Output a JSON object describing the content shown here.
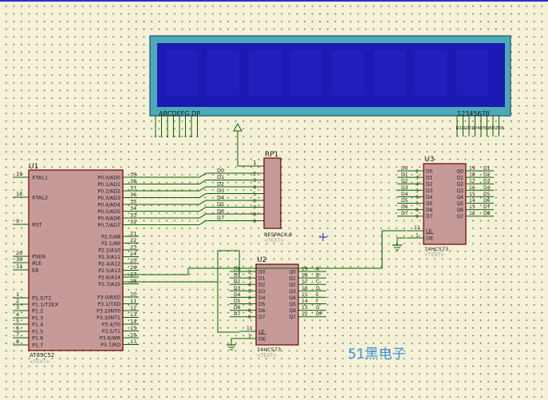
{
  "lcd": {
    "left_label": "ABCDEFG DP",
    "right_label": "12345678",
    "bottom_pins_left": [
      "A",
      "B",
      "C",
      "D",
      "E",
      "F",
      "G",
      "DP"
    ],
    "bottom_pins_right": [
      "D1",
      "D2",
      "D3",
      "D4",
      "D5",
      "D6",
      "D7",
      "D8"
    ],
    "panel_color": "#1d1ab4",
    "frame_color": "#4caab8"
  },
  "rp1": {
    "ref": "RP1",
    "type": "RESPACK-8",
    "sub": "<TEXT>",
    "pin1": "1",
    "pins": [
      "2",
      "3",
      "4",
      "5",
      "6",
      "7",
      "8",
      "9"
    ]
  },
  "u1": {
    "ref": "U1",
    "part": "AT89C52",
    "sub": "<TEXT>",
    "left_pins": [
      {
        "num": "19",
        "name": "XTAL1"
      },
      {
        "num": "18",
        "name": "XTAL2"
      },
      {
        "num": "9",
        "name": "RST"
      },
      {
        "num": "29",
        "name": "PSEN"
      },
      {
        "num": "30",
        "name": "ALE"
      },
      {
        "num": "31",
        "name": "EA"
      },
      {
        "num": "1",
        "name": "P1.0/T2"
      },
      {
        "num": "2",
        "name": "P1.1/T2EX"
      },
      {
        "num": "3",
        "name": "P1.2"
      },
      {
        "num": "4",
        "name": "P1.3"
      },
      {
        "num": "5",
        "name": "P1.4"
      },
      {
        "num": "6",
        "name": "P1.5"
      },
      {
        "num": "7",
        "name": "P1.6"
      },
      {
        "num": "8",
        "name": "P1.7"
      }
    ],
    "p0_pins": [
      {
        "num": "39",
        "name": "P0.0/AD0"
      },
      {
        "num": "38",
        "name": "P0.1/AD1"
      },
      {
        "num": "37",
        "name": "P0.2/AD2"
      },
      {
        "num": "36",
        "name": "P0.3/AD3"
      },
      {
        "num": "35",
        "name": "P0.4/AD4"
      },
      {
        "num": "34",
        "name": "P0.5/AD5"
      },
      {
        "num": "33",
        "name": "P0.6/AD6"
      },
      {
        "num": "32",
        "name": "P0.7/AD7"
      }
    ],
    "p2_pins": [
      {
        "num": "21",
        "name": "P2.0/A8"
      },
      {
        "num": "22",
        "name": "P2.1/A9"
      },
      {
        "num": "23",
        "name": "P2.2/A10"
      },
      {
        "num": "24",
        "name": "P2.3/A11"
      },
      {
        "num": "25",
        "name": "P2.4/A12"
      },
      {
        "num": "26",
        "name": "P2.5/A13"
      },
      {
        "num": "27",
        "name": "P2.6/A14"
      },
      {
        "num": "28",
        "name": "P2.7/A15"
      }
    ],
    "p3_pins": [
      {
        "num": "10",
        "name": "P3.0/RXD"
      },
      {
        "num": "11",
        "name": "P3.1/TXD"
      },
      {
        "num": "12",
        "name": "P3.2/INT0"
      },
      {
        "num": "13",
        "name": "P3.3/INT1"
      },
      {
        "num": "14",
        "name": "P3.4/T0"
      },
      {
        "num": "15",
        "name": "P3.5/T1"
      },
      {
        "num": "16",
        "name": "P3.6/WR"
      },
      {
        "num": "17",
        "name": "P3.7/RD"
      }
    ]
  },
  "bus_labels": [
    "D0",
    "D1",
    "D2",
    "D3",
    "D4",
    "D5",
    "D6",
    "D7"
  ],
  "u2": {
    "ref": "U2",
    "part": "74HC573",
    "sub": "<TEXT>",
    "in_nums": [
      "2",
      "3",
      "4",
      "5",
      "6",
      "7",
      "8",
      "9"
    ],
    "in_names": [
      "D0",
      "D1",
      "D2",
      "D3",
      "D4",
      "D5",
      "D6",
      "D7"
    ],
    "out_names": [
      "Q0",
      "Q1",
      "Q2",
      "Q3",
      "Q4",
      "Q5",
      "Q6",
      "Q7"
    ],
    "out_nums": [
      "19",
      "18",
      "17",
      "16",
      "15",
      "14",
      "13",
      "12"
    ],
    "out_labels": [
      "A",
      "B",
      "C",
      "D",
      "E",
      "F",
      "G",
      "DP"
    ],
    "le": "LE",
    "le_num": "11",
    "oe": "OE",
    "oe_num": "1"
  },
  "u3": {
    "ref": "U3",
    "part": "74HC573",
    "sub": "<TEXT>",
    "in_nums": [
      "2",
      "3",
      "4",
      "5",
      "6",
      "7",
      "8",
      "9"
    ],
    "in_names": [
      "D0",
      "D1",
      "D2",
      "D3",
      "D4",
      "D5",
      "D6",
      "D7"
    ],
    "out_names": [
      "Q0",
      "Q1",
      "Q2",
      "Q3",
      "Q4",
      "Q5",
      "Q6",
      "Q7"
    ],
    "out_nums": [
      "19",
      "18",
      "17",
      "16",
      "15",
      "14",
      "13",
      "12"
    ],
    "out_labels": [
      "D1",
      "D2",
      "D3",
      "D4",
      "D5",
      "D6",
      "D7",
      "D8"
    ],
    "le": "LE",
    "le_num": "11",
    "oe": "OE",
    "oe_num": "1"
  },
  "watermark": "51黑电子",
  "colors": {
    "component_fill": "#c79a9a",
    "component_border": "#6a0000",
    "wire": "#006400",
    "background": "#f4f1d6",
    "watermark": "#3c8ee0"
  }
}
